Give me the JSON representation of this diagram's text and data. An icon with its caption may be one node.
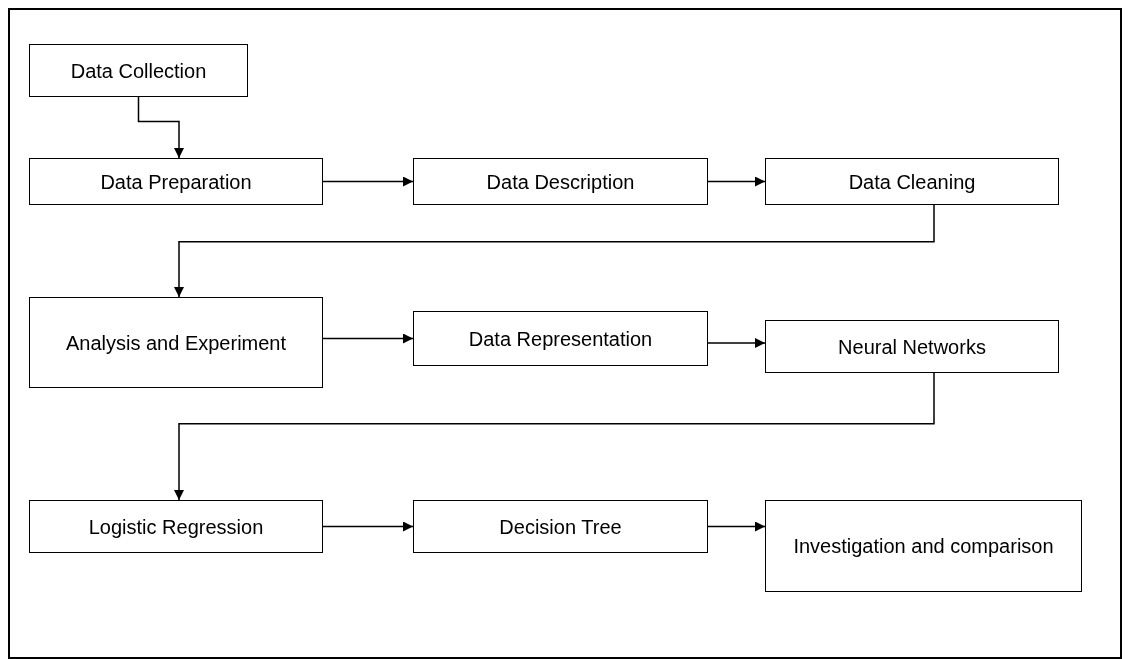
{
  "diagram": {
    "nodes": [
      {
        "text": [
          "Data Collection"
        ]
      },
      {
        "text": [
          "Data Preparation"
        ]
      },
      {
        "text": [
          "Data Description"
        ]
      },
      {
        "text": [
          "Data Cleaning"
        ]
      },
      {
        "text": [
          "Analysis and Experiment"
        ]
      },
      {
        "text": [
          "Data Representation"
        ]
      },
      {
        "text": [
          "Neural Networks"
        ]
      },
      {
        "text": [
          "Logistic Regression"
        ]
      },
      {
        "text": [
          "Decision Tree"
        ]
      },
      {
        "text": [
          "Investigation and comparison"
        ]
      }
    ],
    "edges": [
      {
        "from": 0,
        "to": 1,
        "arrow": "to"
      },
      {
        "from": 1,
        "to": 2,
        "arrow": "to"
      },
      {
        "from": 2,
        "to": 3,
        "arrow": "to"
      },
      {
        "from": 3,
        "to": 4,
        "arrow": "to"
      },
      {
        "from": 4,
        "to": 5,
        "arrow": "to"
      },
      {
        "from": 5,
        "to": 6,
        "arrow": "to"
      },
      {
        "from": 6,
        "to": 7,
        "arrow": "to"
      },
      {
        "from": 7,
        "to": 8,
        "arrow": "to"
      },
      {
        "from": 8,
        "to": 9,
        "arrow": "to"
      }
    ]
  }
}
